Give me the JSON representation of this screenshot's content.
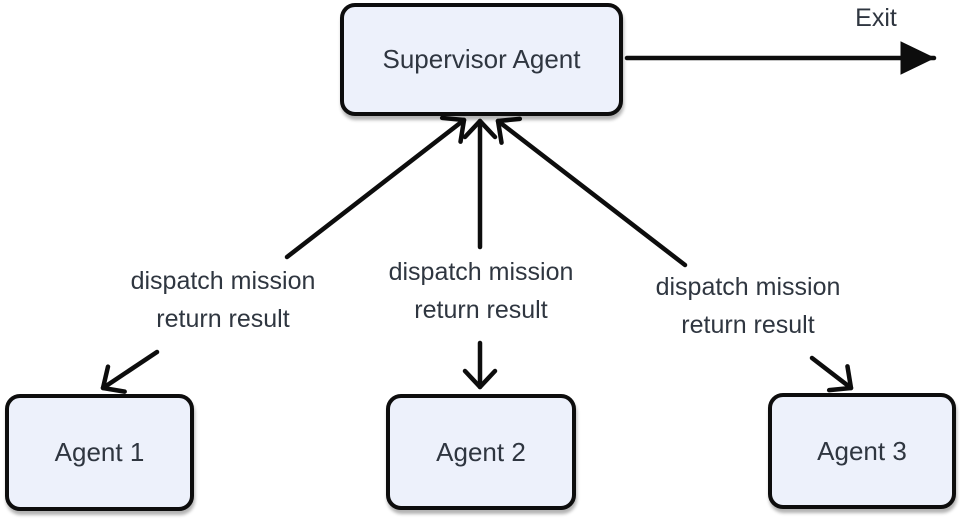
{
  "diagram": {
    "type": "flowchart",
    "nodes": [
      {
        "id": "supervisor",
        "label": "Supervisor Agent"
      },
      {
        "id": "agent-1",
        "label": "Agent 1"
      },
      {
        "id": "agent-2",
        "label": "Agent 2"
      },
      {
        "id": "agent-3",
        "label": "Agent 3"
      }
    ],
    "edges": [
      {
        "from": "agent-1",
        "to": "supervisor",
        "bidirectional": true,
        "label_line1": "dispatch mission",
        "label_line2": "return result"
      },
      {
        "from": "agent-2",
        "to": "supervisor",
        "bidirectional": true,
        "label_line1": "dispatch mission",
        "label_line2": "return result"
      },
      {
        "from": "agent-3",
        "to": "supervisor",
        "bidirectional": true,
        "label_line1": "dispatch mission",
        "label_line2": "return result"
      },
      {
        "from": "supervisor",
        "to": "exit",
        "label": "Exit"
      }
    ],
    "colors": {
      "background": "#ffffff",
      "node_fill": "#edf1fb",
      "node_border": "#0d0d0d",
      "arrow": "#0d0d0d",
      "text": "#2f3640"
    }
  }
}
